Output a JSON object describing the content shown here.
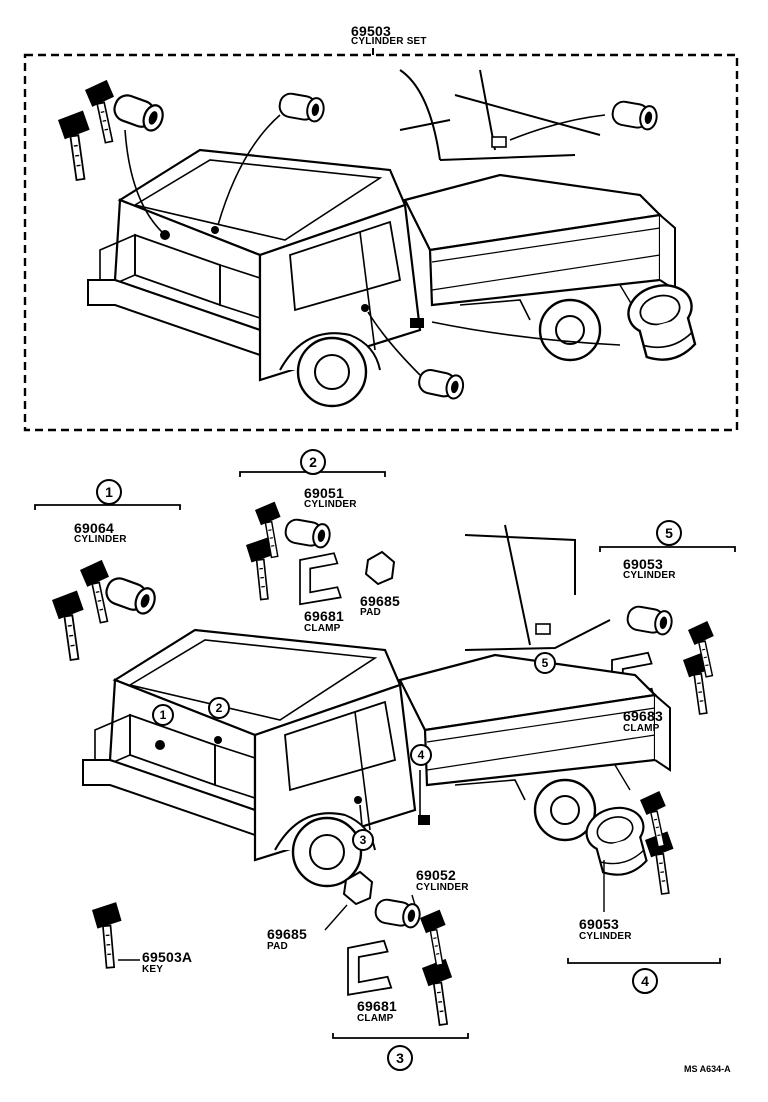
{
  "set": {
    "number": "69503",
    "name": "CYLINDER SET"
  },
  "groups": {
    "g1": {
      "index": "1",
      "number": "69064",
      "name": "CYLINDER"
    },
    "g2": {
      "index": "2",
      "number": "69051",
      "name": "CYLINDER",
      "clamp_number": "69681",
      "clamp_name": "CLAMP",
      "pad_number": "69685",
      "pad_name": "PAD"
    },
    "g3": {
      "index": "3",
      "number": "69052",
      "name": "CYLINDER",
      "clamp_number": "69681",
      "clamp_name": "CLAMP",
      "pad_number": "69685",
      "pad_name": "PAD"
    },
    "g4": {
      "index": "4",
      "number": "69053",
      "name": "CYLINDER"
    },
    "g5": {
      "index": "5",
      "number": "69053",
      "name": "CYLINDER",
      "clamp_number": "69683",
      "clamp_name": "CLAMP"
    }
  },
  "key": {
    "number": "69503A",
    "name": "KEY"
  },
  "callouts": {
    "c1": "1",
    "c2": "2",
    "c3": "3",
    "c4": "4",
    "c5": "5"
  },
  "figure_code": "MS  A634-A"
}
